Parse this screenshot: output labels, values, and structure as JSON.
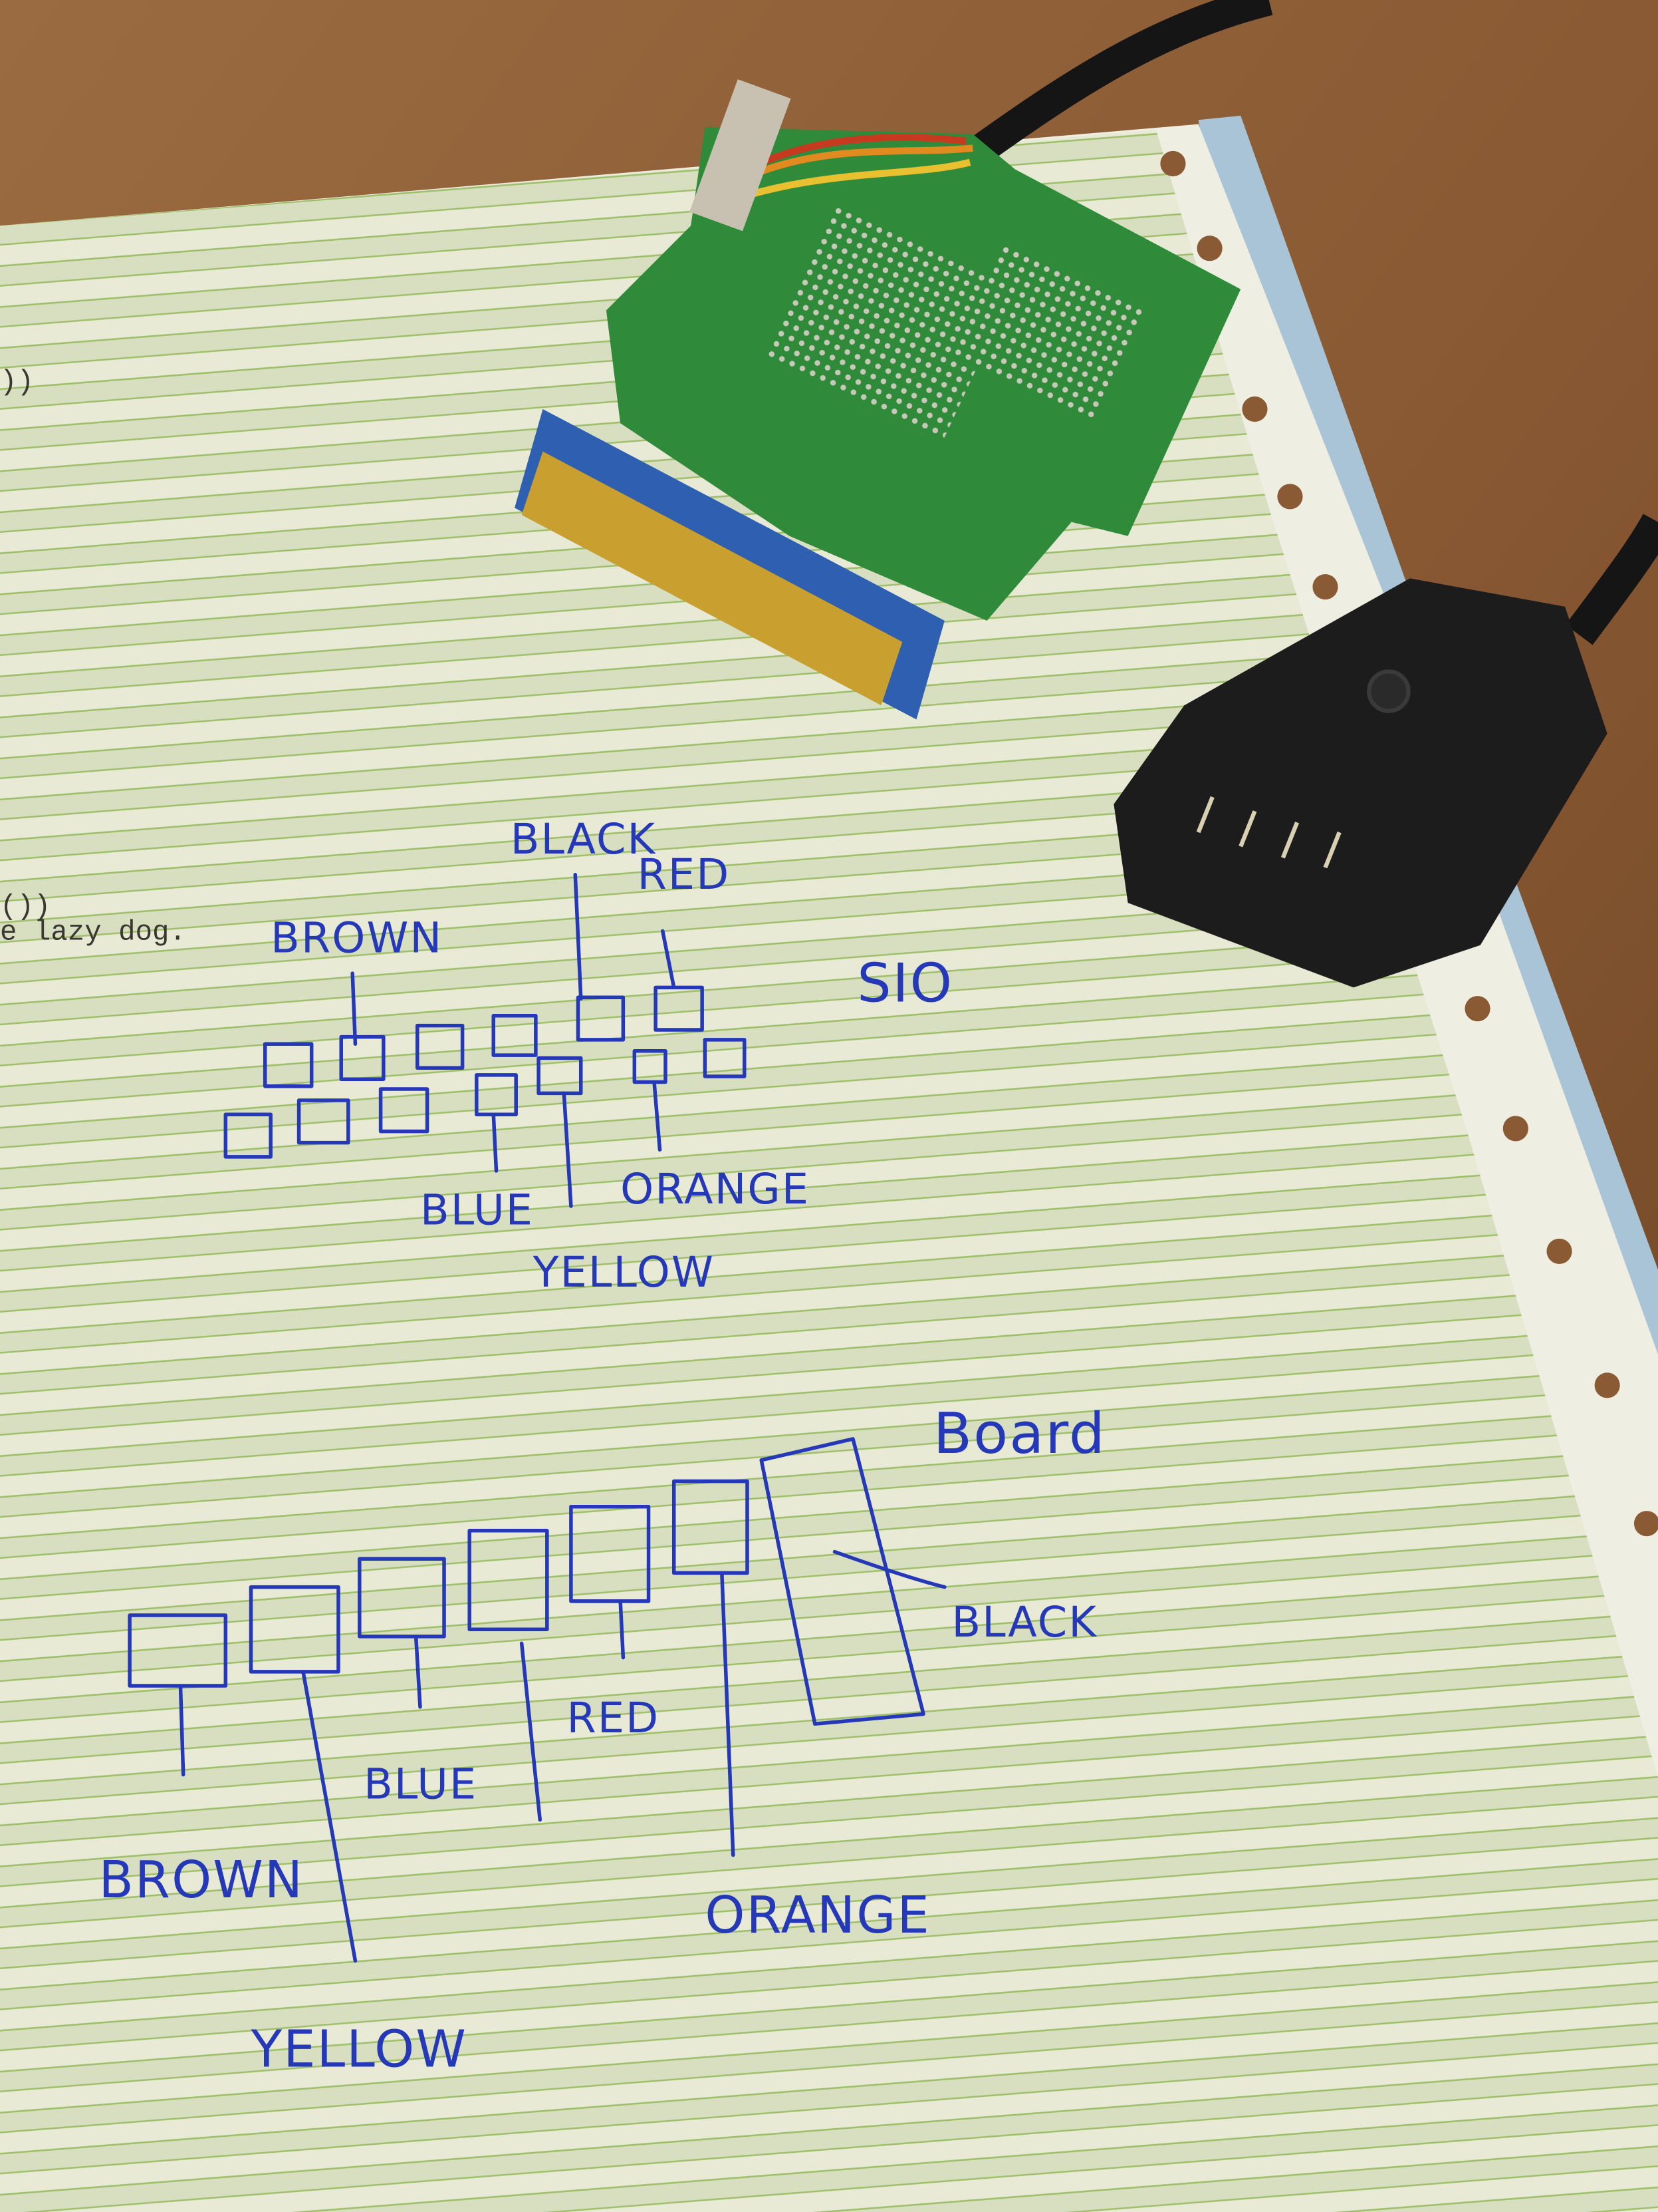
{
  "printed_text": {
    "line1": "))",
    "line2": "())",
    "line3": "e lazy dog."
  },
  "diagram_sio": {
    "title": "SIO",
    "labels": {
      "black": "BLACK",
      "red": "RED",
      "brown": "BROWN",
      "blue": "BLUE",
      "orange": "ORANGE",
      "yellow": "YELLOW"
    }
  },
  "diagram_board": {
    "title": "Board",
    "labels": {
      "black": "BLACK",
      "red": "RED",
      "blue": "BLUE",
      "brown": "BROWN",
      "orange": "ORANGE",
      "yellow": "YELLOW"
    }
  },
  "colors": {
    "wood": "#8a5a34",
    "paper": "#e9ead8",
    "paper_line": "#9fbf6a",
    "ink": "#2438b8",
    "pcb": "#2f8a3a",
    "connector": "#2f5fb0",
    "plug": "#1c1c1c"
  }
}
